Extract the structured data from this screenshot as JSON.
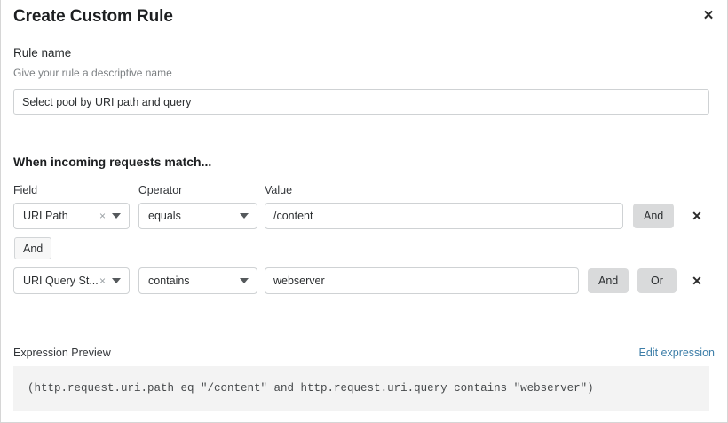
{
  "dialog": {
    "title": "Create Custom Rule",
    "close_icon": "close-icon"
  },
  "rule_name": {
    "label": "Rule name",
    "hint": "Give your rule a descriptive name",
    "value": "Select pool by URI path and query",
    "placeholder": "Select pool by URI path and query"
  },
  "conditions": {
    "heading": "When incoming requests match...",
    "columns": {
      "field": "Field",
      "operator": "Operator",
      "value": "Value"
    },
    "connector": {
      "label": "And"
    },
    "rows": [
      {
        "field": "URI Path",
        "operator": "equals",
        "value": "/content",
        "clear_icon": "×",
        "buttons": [
          "And"
        ],
        "delete_icon": "✕"
      },
      {
        "field": "URI Query St...",
        "operator": "contains",
        "value": "webserver",
        "clear_icon": "×",
        "buttons": [
          "And",
          "Or"
        ],
        "delete_icon": "✕"
      }
    ]
  },
  "expression": {
    "label": "Expression Preview",
    "edit_link": "Edit expression",
    "text": "(http.request.uri.path eq \"/content\" and http.request.uri.query contains \"webserver\")"
  },
  "colors": {
    "link": "#3d7ea8",
    "button_bg": "#d9dadb",
    "code_bg": "#f3f3f3",
    "border": "#cfd2d4"
  }
}
